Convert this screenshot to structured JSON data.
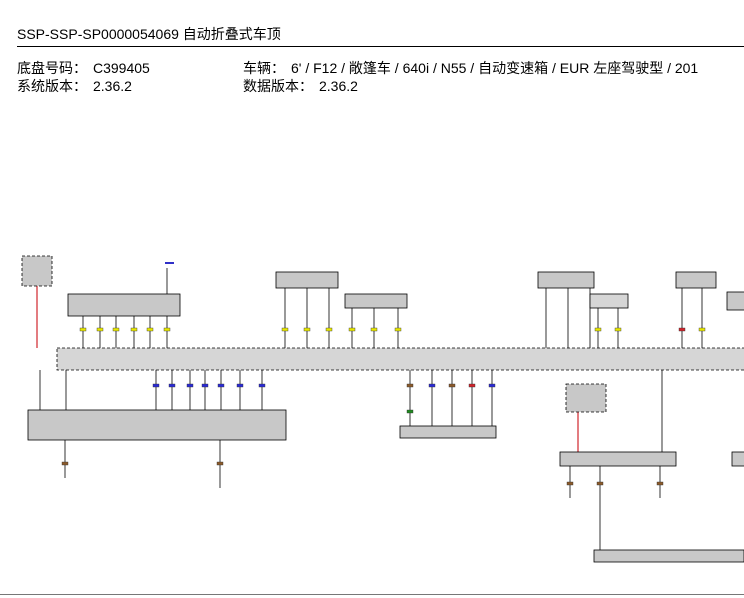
{
  "document": {
    "title": "SSP-SSP-SP0000054069 自动折叠式车顶",
    "chassis_label": "底盘号码：",
    "chassis_value": "C399405",
    "system_version_label": "系统版本：",
    "system_version_value": "2.36.2",
    "vehicle_label": "车辆：",
    "vehicle_value": "6' / F12 / 敞篷车 / 640i / N55 / 自动变速箱 / EUR 左座驾驶型 / 201",
    "data_version_label": "数据版本：",
    "data_version_value": "2.36.2"
  },
  "colors": {
    "wire_default": "#000000",
    "wire_red": "#d0242b",
    "module_fill": "#c8c8c8",
    "bus_fill": "#d6d6d6",
    "connector_yellow": "#e8e800",
    "connector_blue": "#2a2ad6",
    "connector_red": "#d0242b",
    "connector_brown": "#8b5a2b",
    "connector_green": "#1f8a1f",
    "link_blue": "#3030c8"
  }
}
